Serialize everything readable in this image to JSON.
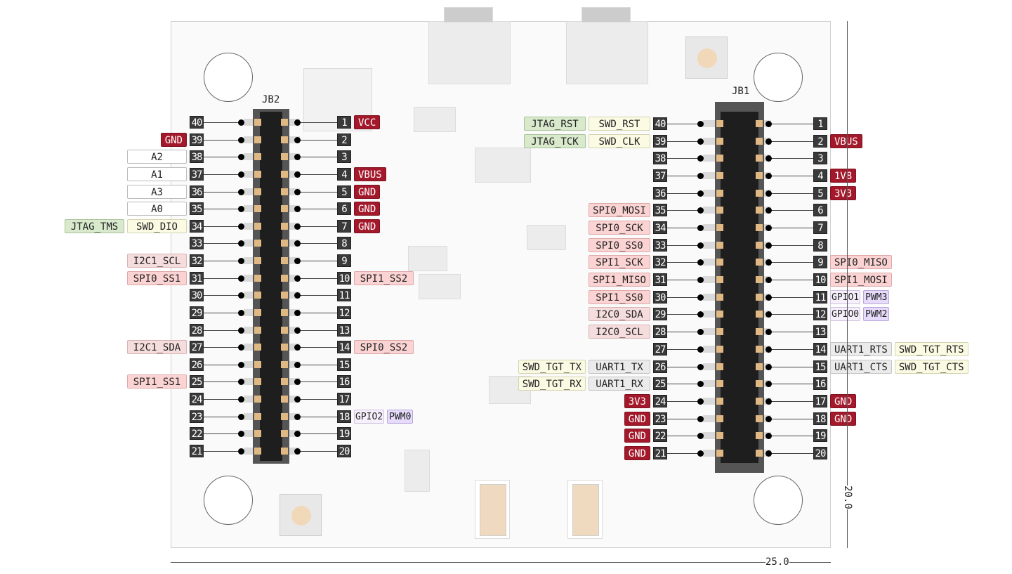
{
  "connectors": [
    {
      "name": "JB2",
      "left_pins": [
        {
          "num": "40",
          "labels": []
        },
        {
          "num": "39",
          "labels": [
            {
              "text": "GND",
              "type": "power"
            }
          ]
        },
        {
          "num": "38",
          "labels": [
            {
              "text": "A2",
              "type": "analog"
            }
          ]
        },
        {
          "num": "37",
          "labels": [
            {
              "text": "A1",
              "type": "analog"
            }
          ]
        },
        {
          "num": "36",
          "labels": [
            {
              "text": "A3",
              "type": "analog"
            }
          ]
        },
        {
          "num": "35",
          "labels": [
            {
              "text": "A0",
              "type": "analog"
            }
          ]
        },
        {
          "num": "34",
          "labels": [
            {
              "text": "SWD_DIO",
              "type": "swd"
            },
            {
              "text": "JTAG_TMS",
              "type": "jtag"
            }
          ]
        },
        {
          "num": "33",
          "labels": []
        },
        {
          "num": "32",
          "labels": [
            {
              "text": "I2C1_SCL",
              "type": "i2c"
            }
          ]
        },
        {
          "num": "31",
          "labels": [
            {
              "text": "SPI0_SS1",
              "type": "spi"
            }
          ]
        },
        {
          "num": "30",
          "labels": []
        },
        {
          "num": "29",
          "labels": []
        },
        {
          "num": "28",
          "labels": []
        },
        {
          "num": "27",
          "labels": [
            {
              "text": "I2C1_SDA",
              "type": "i2c"
            }
          ]
        },
        {
          "num": "26",
          "labels": []
        },
        {
          "num": "25",
          "labels": [
            {
              "text": "SPI1_SS1",
              "type": "spi"
            }
          ]
        },
        {
          "num": "24",
          "labels": []
        },
        {
          "num": "23",
          "labels": []
        },
        {
          "num": "22",
          "labels": []
        },
        {
          "num": "21",
          "labels": []
        }
      ],
      "right_pins": [
        {
          "num": "1",
          "labels": [
            {
              "text": "VCC",
              "type": "power"
            }
          ]
        },
        {
          "num": "2",
          "labels": []
        },
        {
          "num": "3",
          "labels": []
        },
        {
          "num": "4",
          "labels": [
            {
              "text": "VBUS",
              "type": "power"
            }
          ]
        },
        {
          "num": "5",
          "labels": [
            {
              "text": "GND",
              "type": "power"
            }
          ]
        },
        {
          "num": "6",
          "labels": [
            {
              "text": "GND",
              "type": "power"
            }
          ]
        },
        {
          "num": "7",
          "labels": [
            {
              "text": "GND",
              "type": "power"
            }
          ]
        },
        {
          "num": "8",
          "labels": []
        },
        {
          "num": "9",
          "labels": []
        },
        {
          "num": "10",
          "labels": [
            {
              "text": "SPI1_SS2",
              "type": "spi"
            }
          ]
        },
        {
          "num": "11",
          "labels": []
        },
        {
          "num": "12",
          "labels": []
        },
        {
          "num": "13",
          "labels": []
        },
        {
          "num": "14",
          "labels": [
            {
              "text": "SPI0_SS2",
              "type": "spi"
            }
          ]
        },
        {
          "num": "15",
          "labels": []
        },
        {
          "num": "16",
          "labels": []
        },
        {
          "num": "17",
          "labels": []
        },
        {
          "num": "18",
          "labels": [
            {
              "text": "GPIO2",
              "type": "gpio"
            },
            {
              "text": "PWM0",
              "type": "pwm"
            }
          ]
        },
        {
          "num": "19",
          "labels": []
        },
        {
          "num": "20",
          "labels": []
        }
      ]
    },
    {
      "name": "JB1",
      "left_pins": [
        {
          "num": "40",
          "labels": [
            {
              "text": "SWD_RST",
              "type": "swd"
            },
            {
              "text": "JTAG_RST",
              "type": "jtag"
            }
          ]
        },
        {
          "num": "39",
          "labels": [
            {
              "text": "SWD_CLK",
              "type": "swd"
            },
            {
              "text": "JTAG_TCK",
              "type": "jtag"
            }
          ]
        },
        {
          "num": "38",
          "labels": []
        },
        {
          "num": "37",
          "labels": []
        },
        {
          "num": "36",
          "labels": []
        },
        {
          "num": "35",
          "labels": [
            {
              "text": "SPI0_MOSI",
              "type": "spi"
            }
          ]
        },
        {
          "num": "34",
          "labels": [
            {
              "text": "SPI0_SCK",
              "type": "spi"
            }
          ]
        },
        {
          "num": "33",
          "labels": [
            {
              "text": "SPI0_SS0",
              "type": "spi"
            }
          ]
        },
        {
          "num": "32",
          "labels": [
            {
              "text": "SPI1_SCK",
              "type": "spi"
            }
          ]
        },
        {
          "num": "31",
          "labels": [
            {
              "text": "SPI1_MISO",
              "type": "spi"
            }
          ]
        },
        {
          "num": "30",
          "labels": [
            {
              "text": "SPI1_SS0",
              "type": "spi"
            }
          ]
        },
        {
          "num": "29",
          "labels": [
            {
              "text": "I2C0_SDA",
              "type": "i2c"
            }
          ]
        },
        {
          "num": "28",
          "labels": [
            {
              "text": "I2C0_SCL",
              "type": "i2c"
            }
          ]
        },
        {
          "num": "27",
          "labels": []
        },
        {
          "num": "26",
          "labels": [
            {
              "text": "UART1_TX",
              "type": "uart"
            },
            {
              "text": "SWD_TGT_TX",
              "type": "swd"
            }
          ]
        },
        {
          "num": "25",
          "labels": [
            {
              "text": "UART1_RX",
              "type": "uart"
            },
            {
              "text": "SWD_TGT_RX",
              "type": "swd"
            }
          ]
        },
        {
          "num": "24",
          "labels": [
            {
              "text": "3V3",
              "type": "power"
            }
          ]
        },
        {
          "num": "23",
          "labels": [
            {
              "text": "GND",
              "type": "power"
            }
          ]
        },
        {
          "num": "22",
          "labels": [
            {
              "text": "GND",
              "type": "power"
            }
          ]
        },
        {
          "num": "21",
          "labels": [
            {
              "text": "GND",
              "type": "power"
            }
          ]
        }
      ],
      "right_pins": [
        {
          "num": "1",
          "labels": []
        },
        {
          "num": "2",
          "labels": [
            {
              "text": "VBUS",
              "type": "power"
            }
          ]
        },
        {
          "num": "3",
          "labels": []
        },
        {
          "num": "4",
          "labels": [
            {
              "text": "1V8",
              "type": "power"
            }
          ]
        },
        {
          "num": "5",
          "labels": [
            {
              "text": "3V3",
              "type": "power"
            }
          ]
        },
        {
          "num": "6",
          "labels": []
        },
        {
          "num": "7",
          "labels": []
        },
        {
          "num": "8",
          "labels": []
        },
        {
          "num": "9",
          "labels": [
            {
              "text": "SPI0_MISO",
              "type": "spi"
            }
          ]
        },
        {
          "num": "10",
          "labels": [
            {
              "text": "SPI1_MOSI",
              "type": "spi"
            }
          ]
        },
        {
          "num": "11",
          "labels": [
            {
              "text": "GPIO1",
              "type": "gpio"
            },
            {
              "text": "PWM3",
              "type": "pwm"
            }
          ]
        },
        {
          "num": "12",
          "labels": [
            {
              "text": "GPIO0",
              "type": "gpio"
            },
            {
              "text": "PWM2",
              "type": "pwm"
            }
          ]
        },
        {
          "num": "13",
          "labels": []
        },
        {
          "num": "14",
          "labels": [
            {
              "text": "UART1_RTS",
              "type": "uart"
            },
            {
              "text": "SWD_TGT_RTS",
              "type": "swd"
            }
          ]
        },
        {
          "num": "15",
          "labels": [
            {
              "text": "UART1_CTS",
              "type": "uart"
            },
            {
              "text": "SWD_TGT_CTS",
              "type": "swd"
            }
          ]
        },
        {
          "num": "16",
          "labels": []
        },
        {
          "num": "17",
          "labels": [
            {
              "text": "GND",
              "type": "power"
            }
          ]
        },
        {
          "num": "18",
          "labels": [
            {
              "text": "GND",
              "type": "power"
            }
          ]
        },
        {
          "num": "19",
          "labels": []
        },
        {
          "num": "20",
          "labels": []
        }
      ]
    }
  ],
  "dimensions": {
    "width": "25.0",
    "height": "20.0"
  }
}
